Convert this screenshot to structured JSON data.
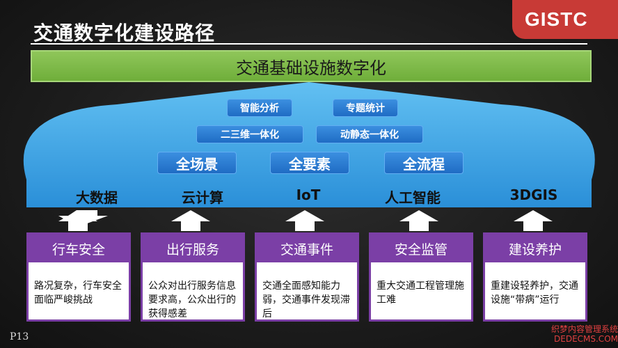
{
  "header": {
    "title": "交通数字化建设路径",
    "logo": "GISTC"
  },
  "top_banner": {
    "label": "交通基础设施数字化"
  },
  "arrow": {
    "row1": [
      "智能分析",
      "专题统计"
    ],
    "row2": [
      "二三维一体化",
      "动静态一体化"
    ],
    "row3": [
      "全场景",
      "全要素",
      "全流程"
    ],
    "base": [
      "大数据",
      "云计算",
      "IoT",
      "人工智能",
      "3DGIS"
    ]
  },
  "cards": [
    {
      "title": "行车安全",
      "text": "路况复杂，行车安全面临严峻挑战"
    },
    {
      "title": "出行服务",
      "text": "公众对出行服务信息要求高，公众出行的获得感差"
    },
    {
      "title": "交通事件",
      "text": "交通全面感知能力弱，交通事件发现滞后"
    },
    {
      "title": "安全监管",
      "text": "重大交通工程管理施工难"
    },
    {
      "title": "建设养护",
      "text": "重建设轻养护，交通设施“带病”运行"
    }
  ],
  "footer": {
    "page": "P13",
    "watermark": "织梦内容管理系统 DEDECMS.COM"
  },
  "colors": {
    "banner": "#7ab648",
    "arrow": "#3ba6e6",
    "card": "#7b3fa6",
    "logo_bg": "#c83a36"
  }
}
